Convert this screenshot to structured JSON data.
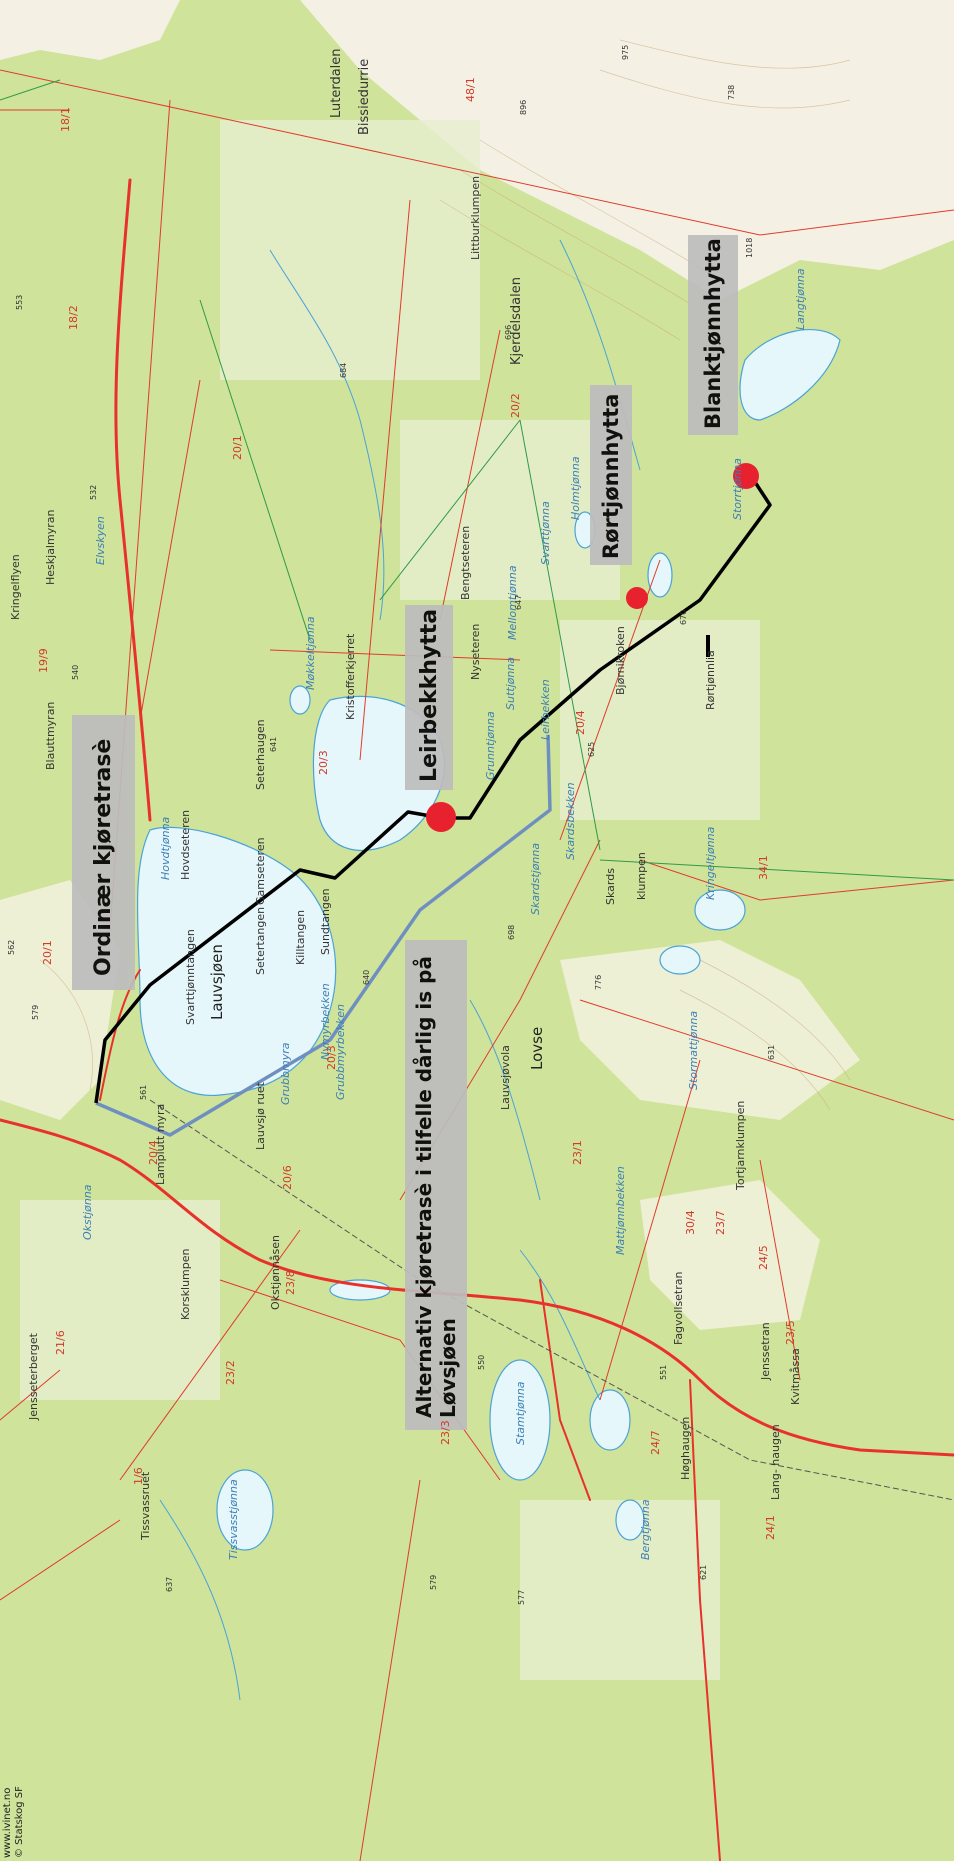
{
  "colors": {
    "terrain_green": "#d8e8a8",
    "forest_green": "#c6df8a",
    "open_land": "#f4f1e4",
    "water": "#e6f7fb",
    "water_edge": "#4aa3d8",
    "boundary_red": "#e03b2c",
    "road_red": "#e8312a",
    "ordinary_route": "#000000",
    "alternative_route": "#6f8fc0",
    "cabin_marker": "#e8212e",
    "callout_bg": "#bdbdbd"
  },
  "callouts": {
    "ordinary_route": "Ordinær kjøretrasè",
    "alternative_route_line1": "Alternativ kjøretrasè i tilfelle dårlig is på",
    "alternative_route_line2": "Løvsjøen",
    "leirbekk": "Leirbekkhytta",
    "rortjonn": "Rørtjønnhytta",
    "blanktjonn": "Blanktjønnhytta"
  },
  "markers": [
    "leirbekkhytta",
    "rortjonnhytta",
    "blanktjonnhytta"
  ],
  "credits": {
    "line1": "www.ivinet.no",
    "line2": "© Statskog SF"
  },
  "places": {
    "luterdalen": "Luterdalen",
    "bissiedurrie": "Bissiedurrie",
    "kjerdelsdalen": "Kjerdelsdalen",
    "lauvsjoen": "Lauvsjøen",
    "lovse": "Lovse",
    "lauvsjovola": "Lauvsjøvola",
    "hovdeteren": "Hovdseteren",
    "setertangen": "Setertangen",
    "gamseteren": "Gamseteren",
    "killtangen": "Killtangen",
    "sundtangen": "Sundtangen",
    "svarttjonntangen": "Svarttjønntangen",
    "seterhaugen": "Seterhaugen",
    "kristofferkjerret": "Kristofferkjerret",
    "nyseteren": "Nyseteren",
    "bengtseteren": "Bengtseteren",
    "bjornikroken": "Bjørnikroken",
    "skards": "Skards",
    "klumpen": "klumpen",
    "tortjarnklumpen": "Tortjarnklumpen",
    "fagvollsetran": "Fagvollsetran",
    "jenssetran": "Jenssetran",
    "korsklumpen": "Korsklumpen",
    "jensseterberget": "Jensseterberget",
    "tissvassruet": "Tissvassruet",
    "kristtjonnaasen": "Okstjønnåsen",
    "lamplutt_myra": "Lamplutt myra",
    "grubbmyra": "Grubbmyra",
    "lauvsjoruet": "Lauvsjø ruet",
    "kvitmassa": "Kvitmåssa",
    "hoghaugen": "Høghaugen",
    "langhaugen": "Lang- haugen",
    "rortjonnlia": "Rørtjønnlia",
    "heskjalmyran": "Heskjalmyran",
    "elvskyen": "Elvskyen",
    "kringelflyen": "Kringelflyen",
    "blauttmyran": "Blauttmyran",
    "lauvsjovola2": "Lauvsjøvola",
    "littburklumpen": "Littburklumpen",
    "grunntjonna": "Grunntjønna",
    "suttjonna": "Suttjønna",
    "leirbekken": "Leirbekken",
    "skardsbekken": "Skardsbekken",
    "skardstjonna": "Skardstjønna",
    "nymyrbekken": "Nymyrbekken",
    "grubbmyrbekken": "Grubbmyrbekken",
    "okstjonna": "Okstjønna",
    "stamtjonna": "Stamtjønna",
    "kringeltjonna": "Kringeltjønna",
    "stormattjonna": "Stormattjønna",
    "mattjonnbekken": "Mattjønnbekken",
    "holmtjonna": "Holmtjønna",
    "svarttjonna": "Svarttjønna",
    "mellomtjonna": "Mellomtjønna",
    "storrtjonna": "Storrtjønna",
    "langtjonna": "Langtjønna",
    "bergtjonna": "Bergtjønna",
    "tissvasstjonna": "Tissvasstjønna",
    "hovdtjonna": "Hovdtjønna",
    "mokkeltjonna": "Møkkeltjønna"
  },
  "elevations": [
    "975",
    "896",
    "738",
    "1018",
    "696",
    "684",
    "553",
    "532",
    "540",
    "562",
    "579",
    "561",
    "641",
    "647",
    "670",
    "625",
    "698",
    "776",
    "640",
    "631",
    "551",
    "550",
    "577",
    "579",
    "637",
    "621"
  ],
  "parcel_ids": [
    "48/1",
    "18/1",
    "18/2",
    "20/1",
    "19/9",
    "20/2",
    "20/3",
    "20/1",
    "20/4",
    "20/3",
    "20/4",
    "20/6",
    "23/8",
    "23/2",
    "23/1",
    "24/1",
    "23/7",
    "24/5",
    "30/4",
    "23/5",
    "24/7",
    "24/1",
    "21/6",
    "1/6",
    "23/3",
    "34/1"
  ]
}
